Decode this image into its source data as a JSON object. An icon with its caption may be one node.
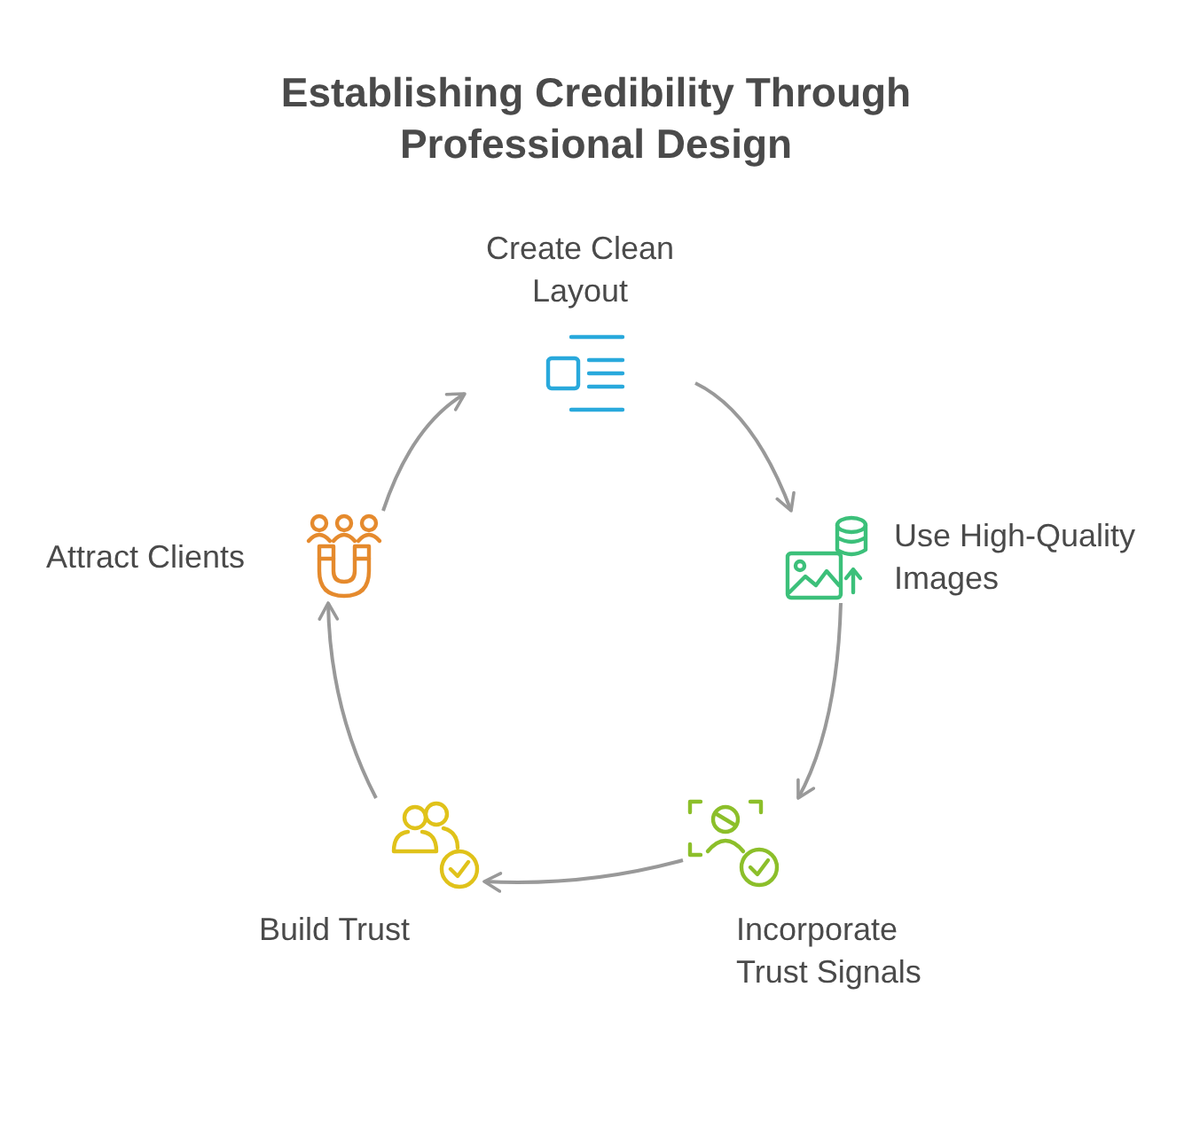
{
  "diagram": {
    "title": "Establishing Credibility Through Professional Design",
    "nodes": [
      {
        "text": [
          "Create Clean Layout"
        ]
      },
      {
        "text": [
          "Use High-Quality Images"
        ]
      },
      {
        "text": [
          "Incorporate Trust Signals"
        ]
      },
      {
        "text": [
          "Build Trust"
        ]
      },
      {
        "text": [
          "Attract Clients"
        ]
      }
    ],
    "edges": [
      {
        "from": 0,
        "to": 1,
        "arrow": "to"
      },
      {
        "from": 1,
        "to": 2,
        "arrow": "to"
      },
      {
        "from": 2,
        "to": 3,
        "arrow": "to"
      },
      {
        "from": 3,
        "to": 4,
        "arrow": "to"
      },
      {
        "from": 4,
        "to": 0,
        "arrow": "to"
      }
    ]
  }
}
